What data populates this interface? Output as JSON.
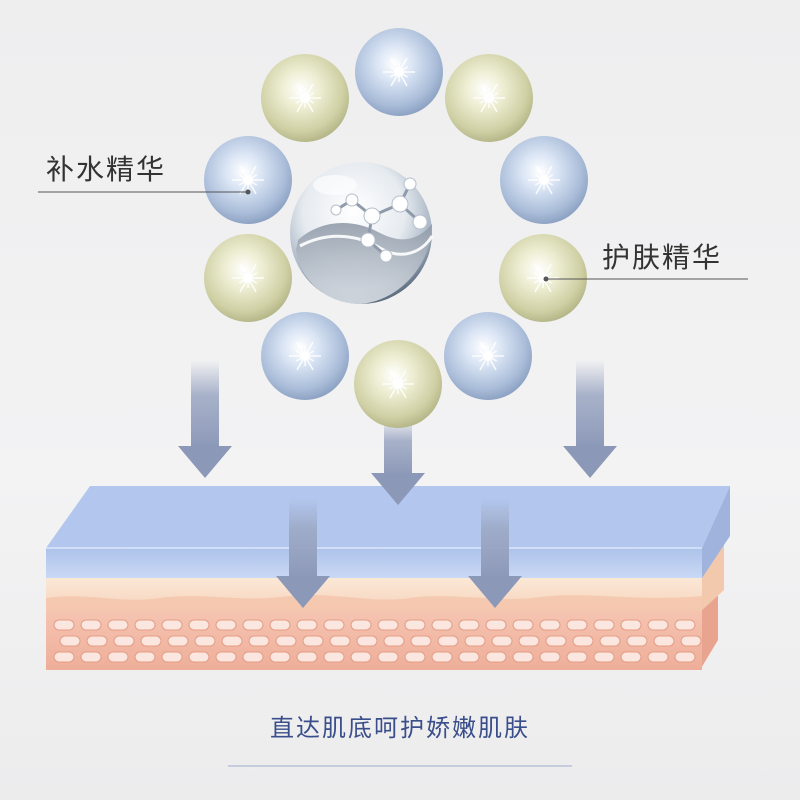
{
  "labels": {
    "left": "补水精华",
    "right": "护肤精华"
  },
  "tagline": "直达肌底呵护娇嫩肌肤",
  "colors": {
    "arrow": "#9aa6c2",
    "skin_top": "#b8ccf0",
    "skin_mid": "#f7d9c3",
    "skin_cells": "#f2b9a5",
    "tagline": "#3a4e8c"
  }
}
